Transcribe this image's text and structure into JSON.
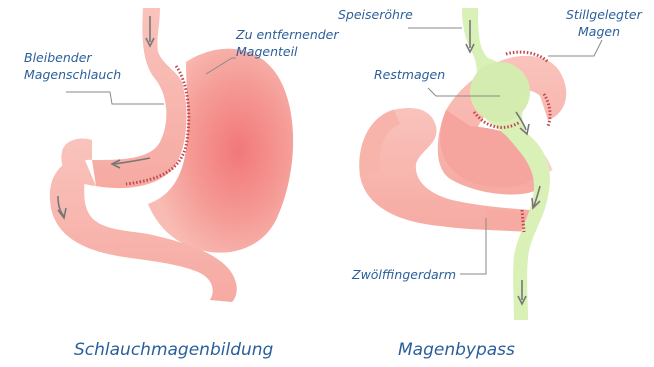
{
  "sleeve": {
    "label_remaining": [
      "Bleibender",
      "Magenschlauch"
    ],
    "label_removed": [
      "Zu entfernender",
      "Magenteil"
    ],
    "caption": "Schlauchmagenbildung"
  },
  "bypass": {
    "label_esophagus": "Speiseröhre",
    "label_disused": [
      "Stillgelegter",
      "Magen"
    ],
    "label_pouch": "Restmagen",
    "label_duodenum": "Zwölffingerdarm",
    "caption": "Magenbypass"
  },
  "colors": {
    "tissue": "#f7b0a8",
    "tissue_dark": "#f08a84",
    "food_path": "#d7efb4",
    "staple": "#c0464e",
    "arrow": "#7a7a7a",
    "text": "#2b5f9a"
  }
}
